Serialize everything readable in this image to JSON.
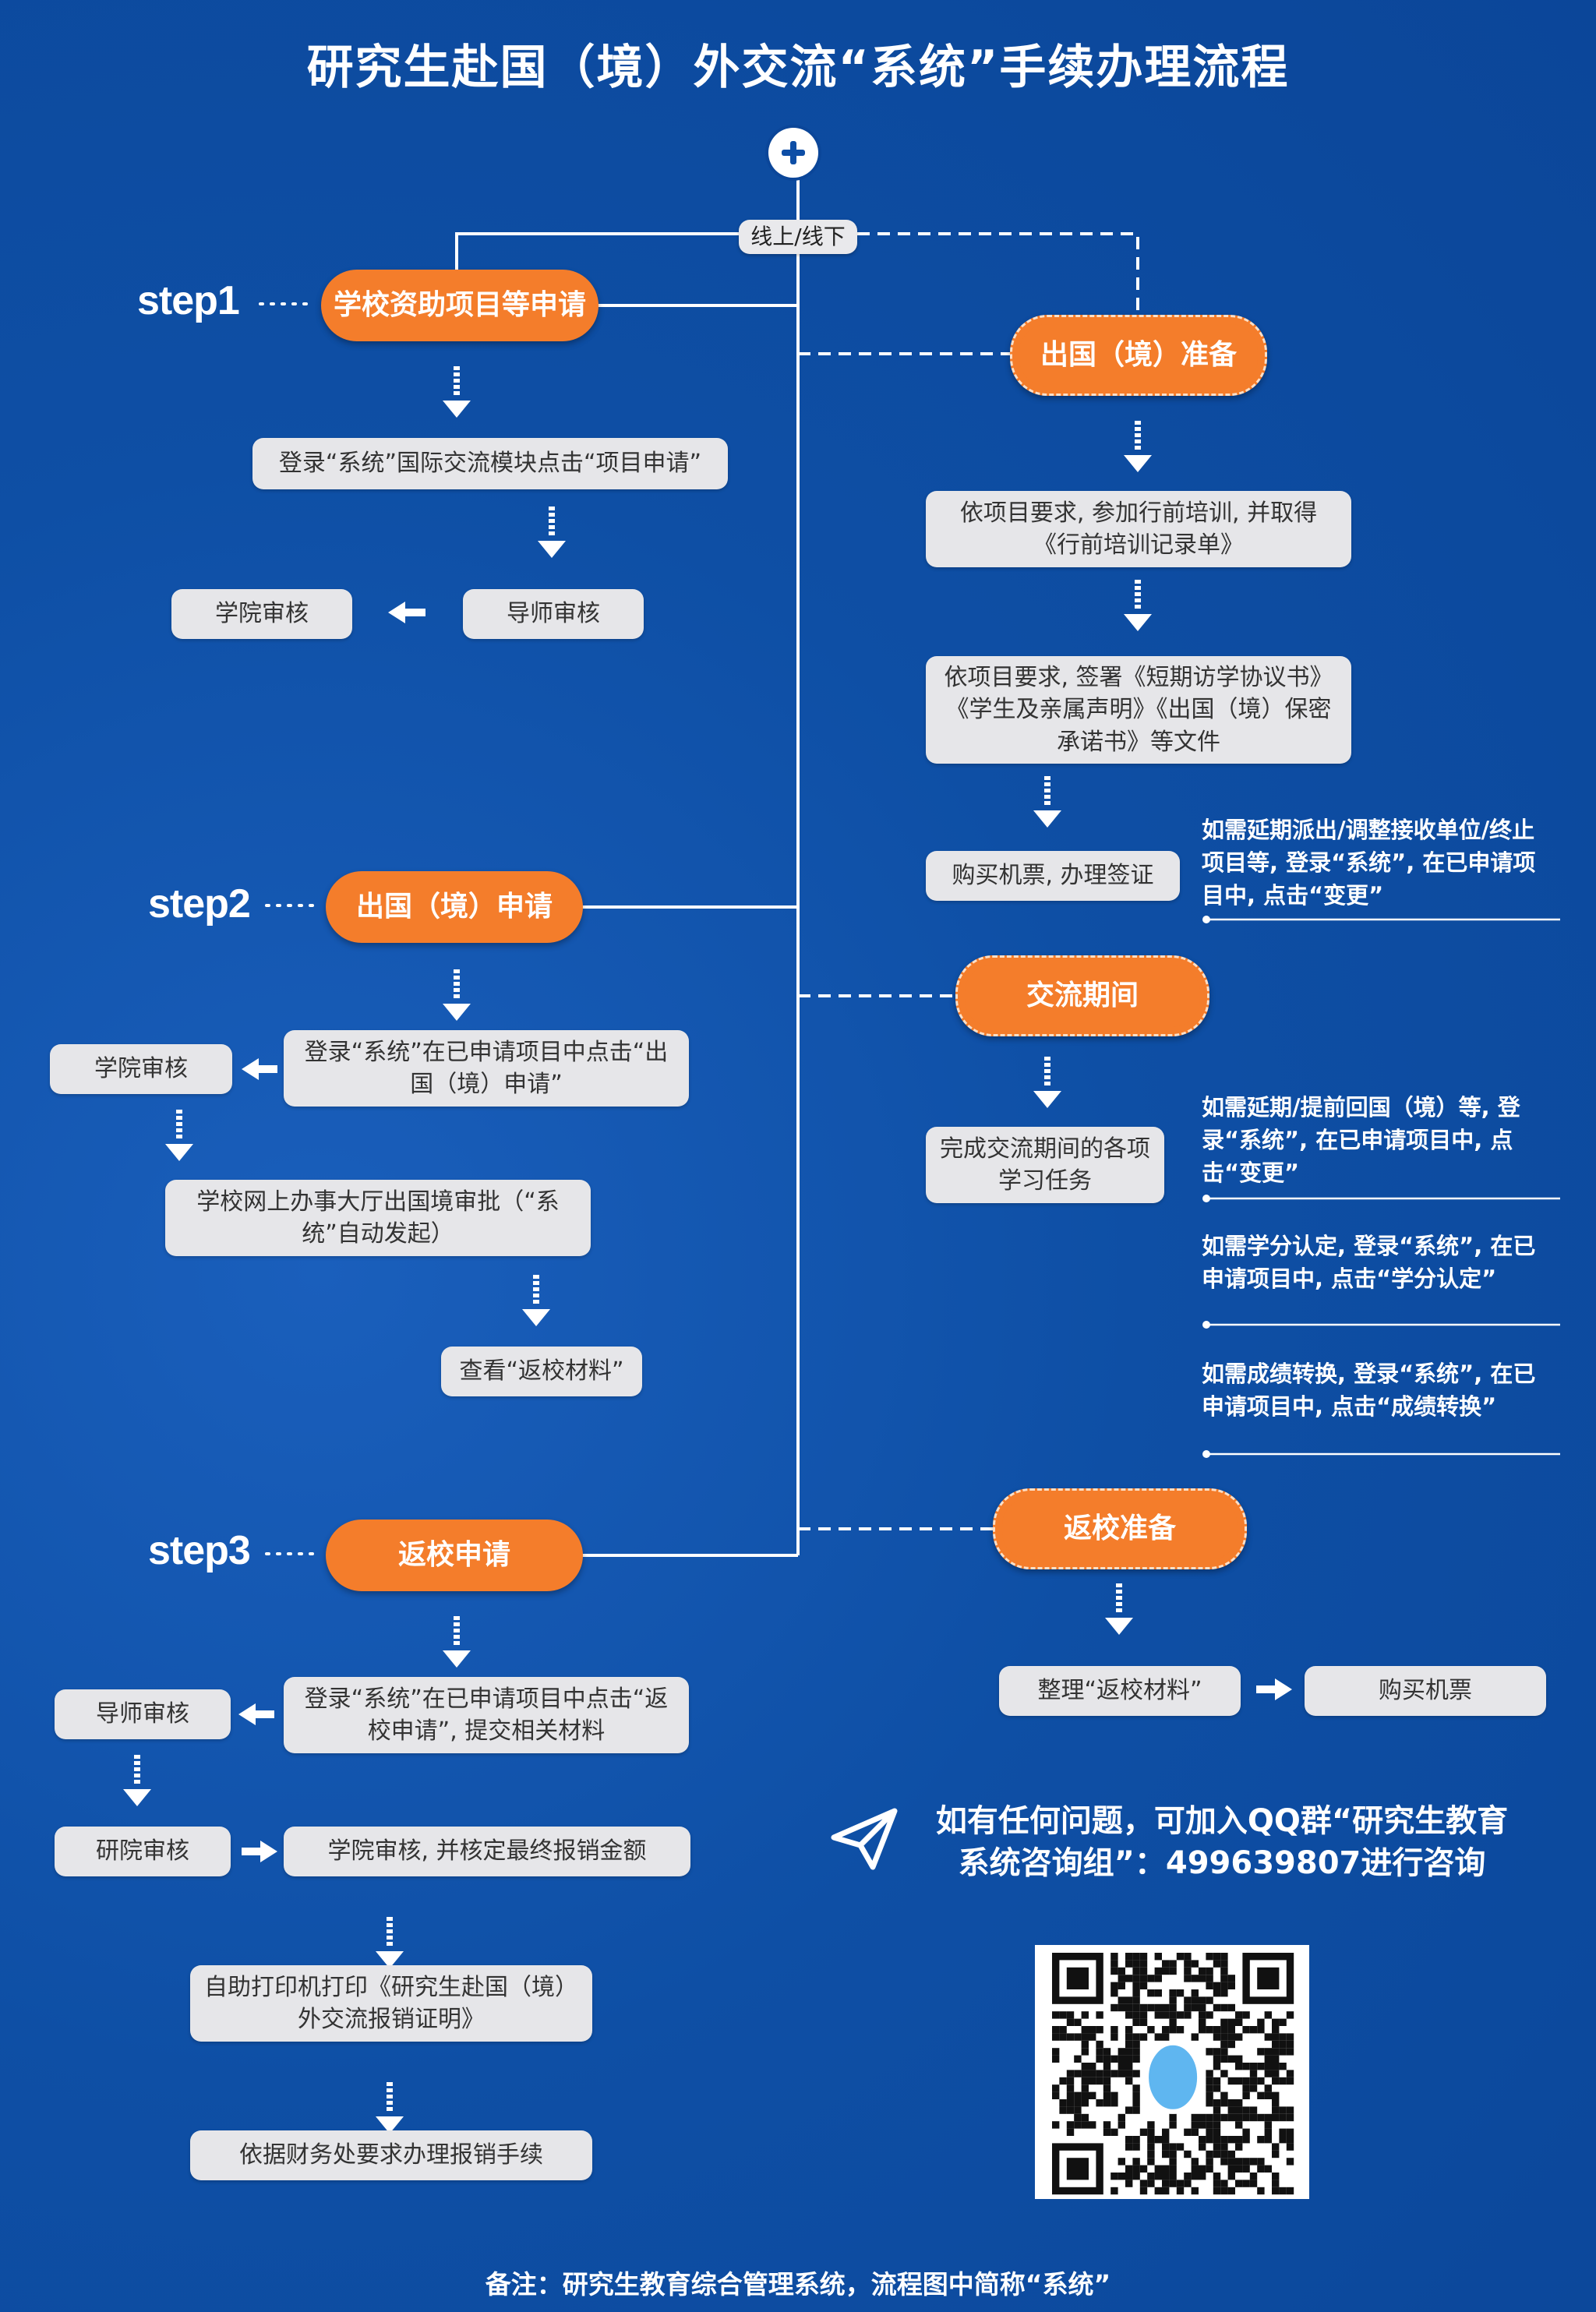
{
  "title": "研究生赴国（境）外交流“系统”手续办理流程",
  "online_offline": "线上/线下",
  "step1": {
    "label": "step1",
    "main": "学校资助项目等申请",
    "apply_box": "登录“系统”国际交流模块点击“项目申请”",
    "advisor_review": "导师审核",
    "college_review": "学院审核"
  },
  "prep": {
    "main": "出国（境）准备",
    "training": "依项目要求, 参加行前培训, 并取得《行前培训记录单》",
    "sign": "依项目要求, 签署《短期访学协议书》《学生及亲属声明》《出国（境）保密承诺书》等文件",
    "ticket_visa": "购买机票, 办理签证",
    "note_change": "如需延期派出/调整接收单位/终止项目等, 登录“系统”, 在已申请项目中, 点击“变更”"
  },
  "step2": {
    "label": "step2",
    "main": "出国（境）申请",
    "login_box": "登录“系统”在已申请项目中点击“出国（境）申请”",
    "college_review": "学院审核",
    "school_approval": "学校网上办事大厅出国境审批（“系统”自动发起）",
    "view_materials": "查看“返校材料”"
  },
  "exchange": {
    "main": "交流期间",
    "tasks": "完成交流期间的各项学习任务",
    "note_extend": "如需延期/提前回国（境）等, 登录“系统”, 在已申请项目中, 点击“变更”",
    "note_credit": "如需学分认定, 登录“系统”, 在已申请项目中, 点击“学分认定”",
    "note_grade": "如需成绩转换, 登录“系统”, 在已申请项目中, 点击“成绩转换”"
  },
  "return_prep": {
    "main": "返校准备",
    "organize": "整理“返校材料”",
    "buy_ticket": "购买机票"
  },
  "step3": {
    "label": "step3",
    "main": "返校申请",
    "login_box": "登录“系统”在已申请项目中点击“返校申请”, 提交相关材料",
    "advisor_review": "导师审核",
    "grad_review": "研院审核",
    "college_review": "学院审核, 并核定最终报销金额",
    "print": "自助打印机打印《研究生赴国（境）外交流报销证明》",
    "finance": "依据财务处要求办理报销手续"
  },
  "contact": "如有任何问题，可加入QQ群“研究生教育系统咨询组”：499639807进行咨询",
  "footer": "备注：研究生教育综合管理系统，流程图中简称“系统”",
  "colors": {
    "background": "#0d4ea6",
    "orange": "#f47d2b",
    "box": "#e6e6e9",
    "text_dark": "#333333",
    "line": "#ffffff"
  }
}
